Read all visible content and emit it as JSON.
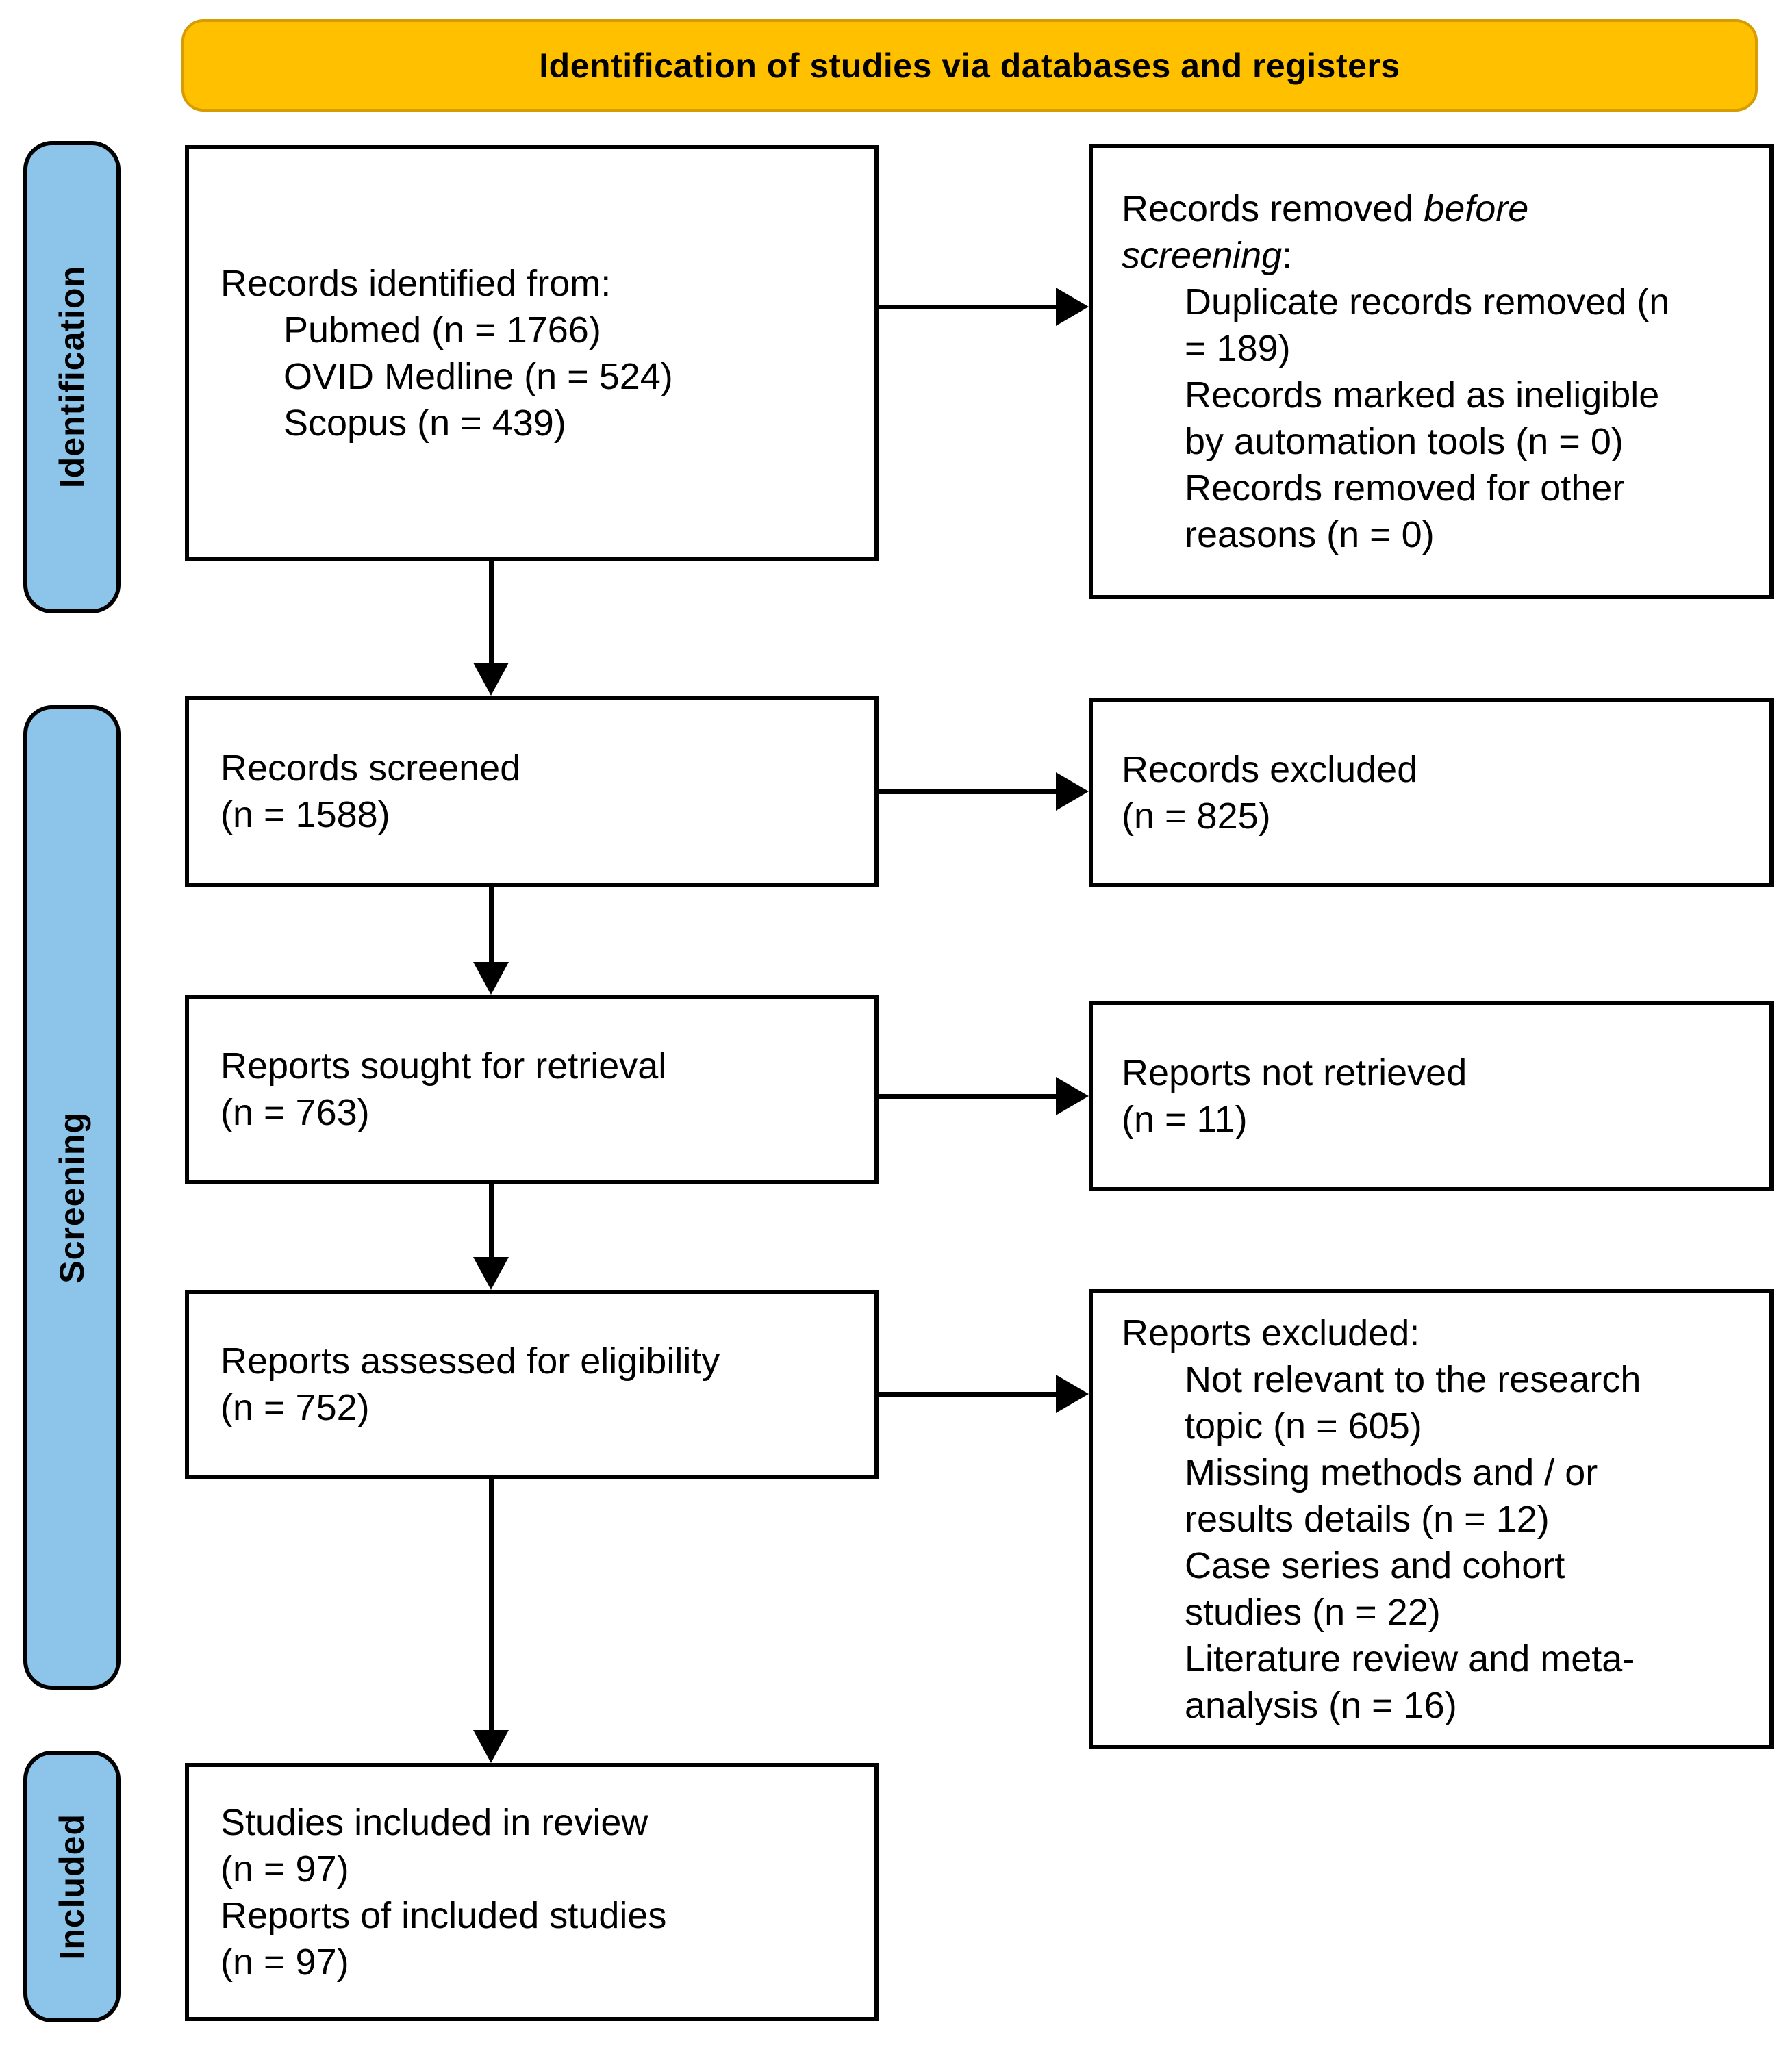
{
  "banner": {
    "title": "Identification of studies via databases and registers"
  },
  "stages": {
    "identification": "Identification",
    "screening": "Screening",
    "included": "Included"
  },
  "boxes": {
    "records_identified": {
      "title": "Records identified from:",
      "sources": [
        "Pubmed (n = 1766)",
        "OVID Medline (n = 524)",
        "Scopus (n = 439)"
      ]
    },
    "records_removed": {
      "heading_normal": "Records removed ",
      "heading_italic_line1": "before",
      "heading_italic_line2": "screening",
      "heading_colon": ":",
      "reasons": [
        [
          "Duplicate records removed (n",
          "= 189)"
        ],
        [
          "Records marked as ineligible",
          "by automation tools (n = 0)"
        ],
        [
          "Records removed for other",
          "reasons (n = 0)"
        ]
      ]
    },
    "records_screened": {
      "lines": [
        "Records screened",
        "(n = 1588)"
      ]
    },
    "records_excluded": {
      "lines": [
        "Records excluded",
        "(n = 825)"
      ]
    },
    "reports_sought": {
      "lines": [
        "Reports sought for retrieval",
        "(n = 763)"
      ]
    },
    "reports_not_retrieved": {
      "lines": [
        "Reports not retrieved",
        "(n = 11)"
      ]
    },
    "reports_assessed": {
      "lines": [
        "Reports assessed for eligibility",
        "(n = 752)"
      ]
    },
    "reports_excluded": {
      "title": "Reports excluded:",
      "reasons": [
        [
          "Not relevant to the research",
          "topic (n = 605)"
        ],
        [
          "Missing methods and / or",
          "results details (n = 12)"
        ],
        [
          "Case series and cohort",
          "studies (n = 22)"
        ],
        [
          "Literature review and meta-",
          "analysis (n = 16)"
        ]
      ]
    },
    "studies_included": {
      "lines": [
        "Studies included in review",
        "(n = 97)",
        "Reports of included studies",
        "(n = 97)"
      ]
    }
  },
  "colors": {
    "banner_fill": "#FFC000",
    "banner_border": "#D69C00",
    "stage_fill": "#8DC4E9",
    "stage_border": "#000000",
    "box_fill": "#FFFFFF",
    "box_border": "#000000",
    "arrow": "#000000",
    "text": "#000000"
  }
}
